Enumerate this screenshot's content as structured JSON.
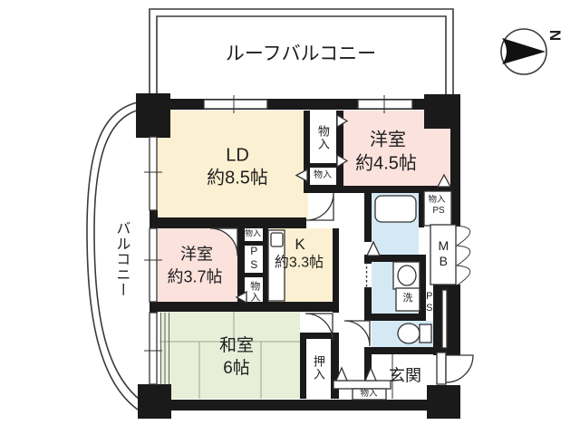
{
  "meta": {
    "kind": "japanese-apartment-floorplan"
  },
  "compass": {
    "north": "N"
  },
  "colors": {
    "wall": "#1a1a1a",
    "living": "#fcf0d2",
    "western": "#fbe2dd",
    "tatami_room": "#e8efd9",
    "wet": "#d5e9f5",
    "washer_box": "#cfe2ee"
  },
  "labels": {
    "roof_balcony": "ルーフバルコニー",
    "balcony": "バルコニー",
    "ld": "LD",
    "ld_size": "約8.5帖",
    "western1": "洋室",
    "western1_size": "約4.5帖",
    "western2": "洋室",
    "western2_size": "約3.7帖",
    "tatami": "和室",
    "tatami_size": "6帖",
    "kitchen": "K",
    "kitchen_size": "約3.3帖",
    "entrance": "玄関",
    "closet": "物入",
    "oshiire": "押入",
    "ps": "PS",
    "mb": "MB",
    "washer": "洗"
  }
}
